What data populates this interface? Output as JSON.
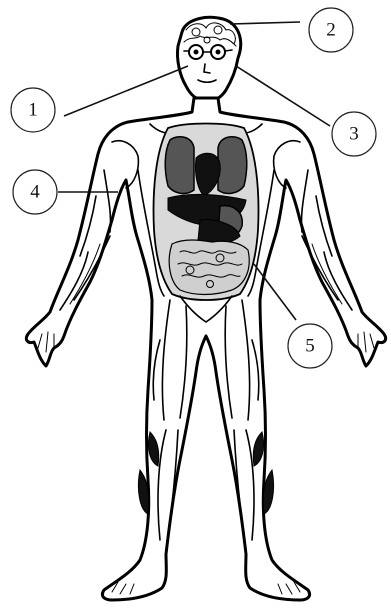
{
  "callouts": [
    {
      "id": "1",
      "label": "1"
    },
    {
      "id": "2",
      "label": "2"
    },
    {
      "id": "3",
      "label": "3"
    },
    {
      "id": "4",
      "label": "4"
    },
    {
      "id": "5",
      "label": "5"
    }
  ],
  "colors": {
    "ink": "#000000",
    "organ_fill": "#555555",
    "cavity_fill": "#d9d9d9"
  }
}
